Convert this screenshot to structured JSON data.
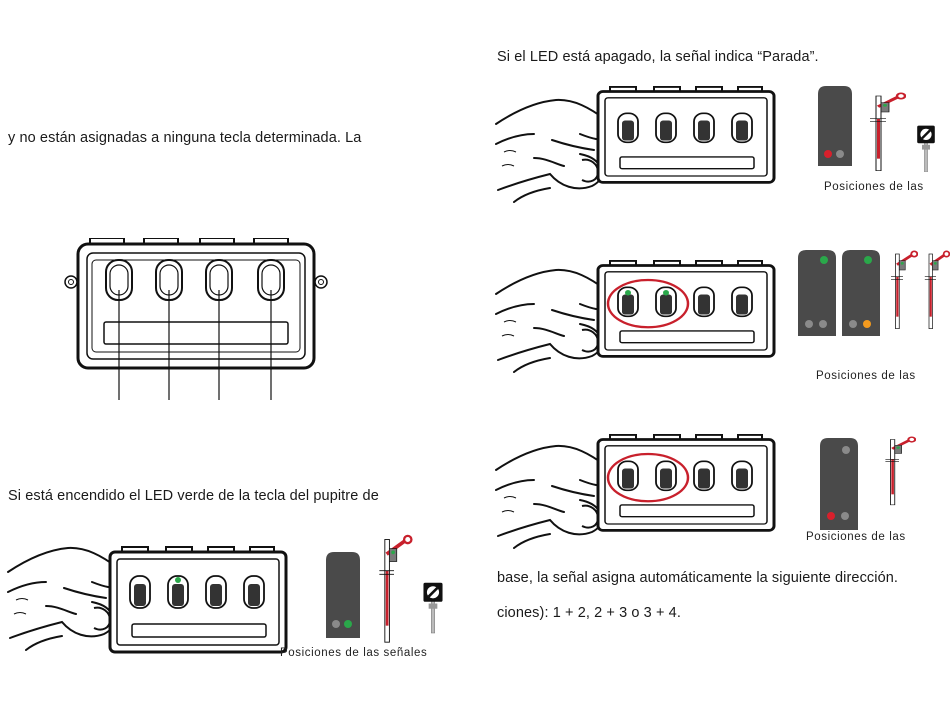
{
  "left_column": {
    "line_assign": "y no están asignadas a ninguna tecla determinada. La",
    "line_green_led": "Si está encendido el LED verde de la tecla del pupitre de",
    "caption_signals": "Posiciones de las señales"
  },
  "right_column": {
    "line_led_off": "Si el LED está apagado, la señal indica “Parada”.",
    "caption_1": "Posiciones de las",
    "caption_2": "Posiciones de las",
    "caption_3": "Posiciones de las",
    "line_direction": "base, la señal asigna automáticamente la siguiente dirección.",
    "line_combinations": "ciones): 1 + 2, 2 + 3 o 3 + 4."
  },
  "colors": {
    "led_green": "#2aa84a",
    "led_red": "#d8202c",
    "led_orange": "#f39a1e",
    "highlight_ring": "#c8202c",
    "signal_body": "#4a4a4a"
  },
  "icons": [
    "keyboard-box-icon",
    "hand-icon",
    "light-signal-icon",
    "semaphore-signal-icon",
    "speed-board-icon"
  ]
}
